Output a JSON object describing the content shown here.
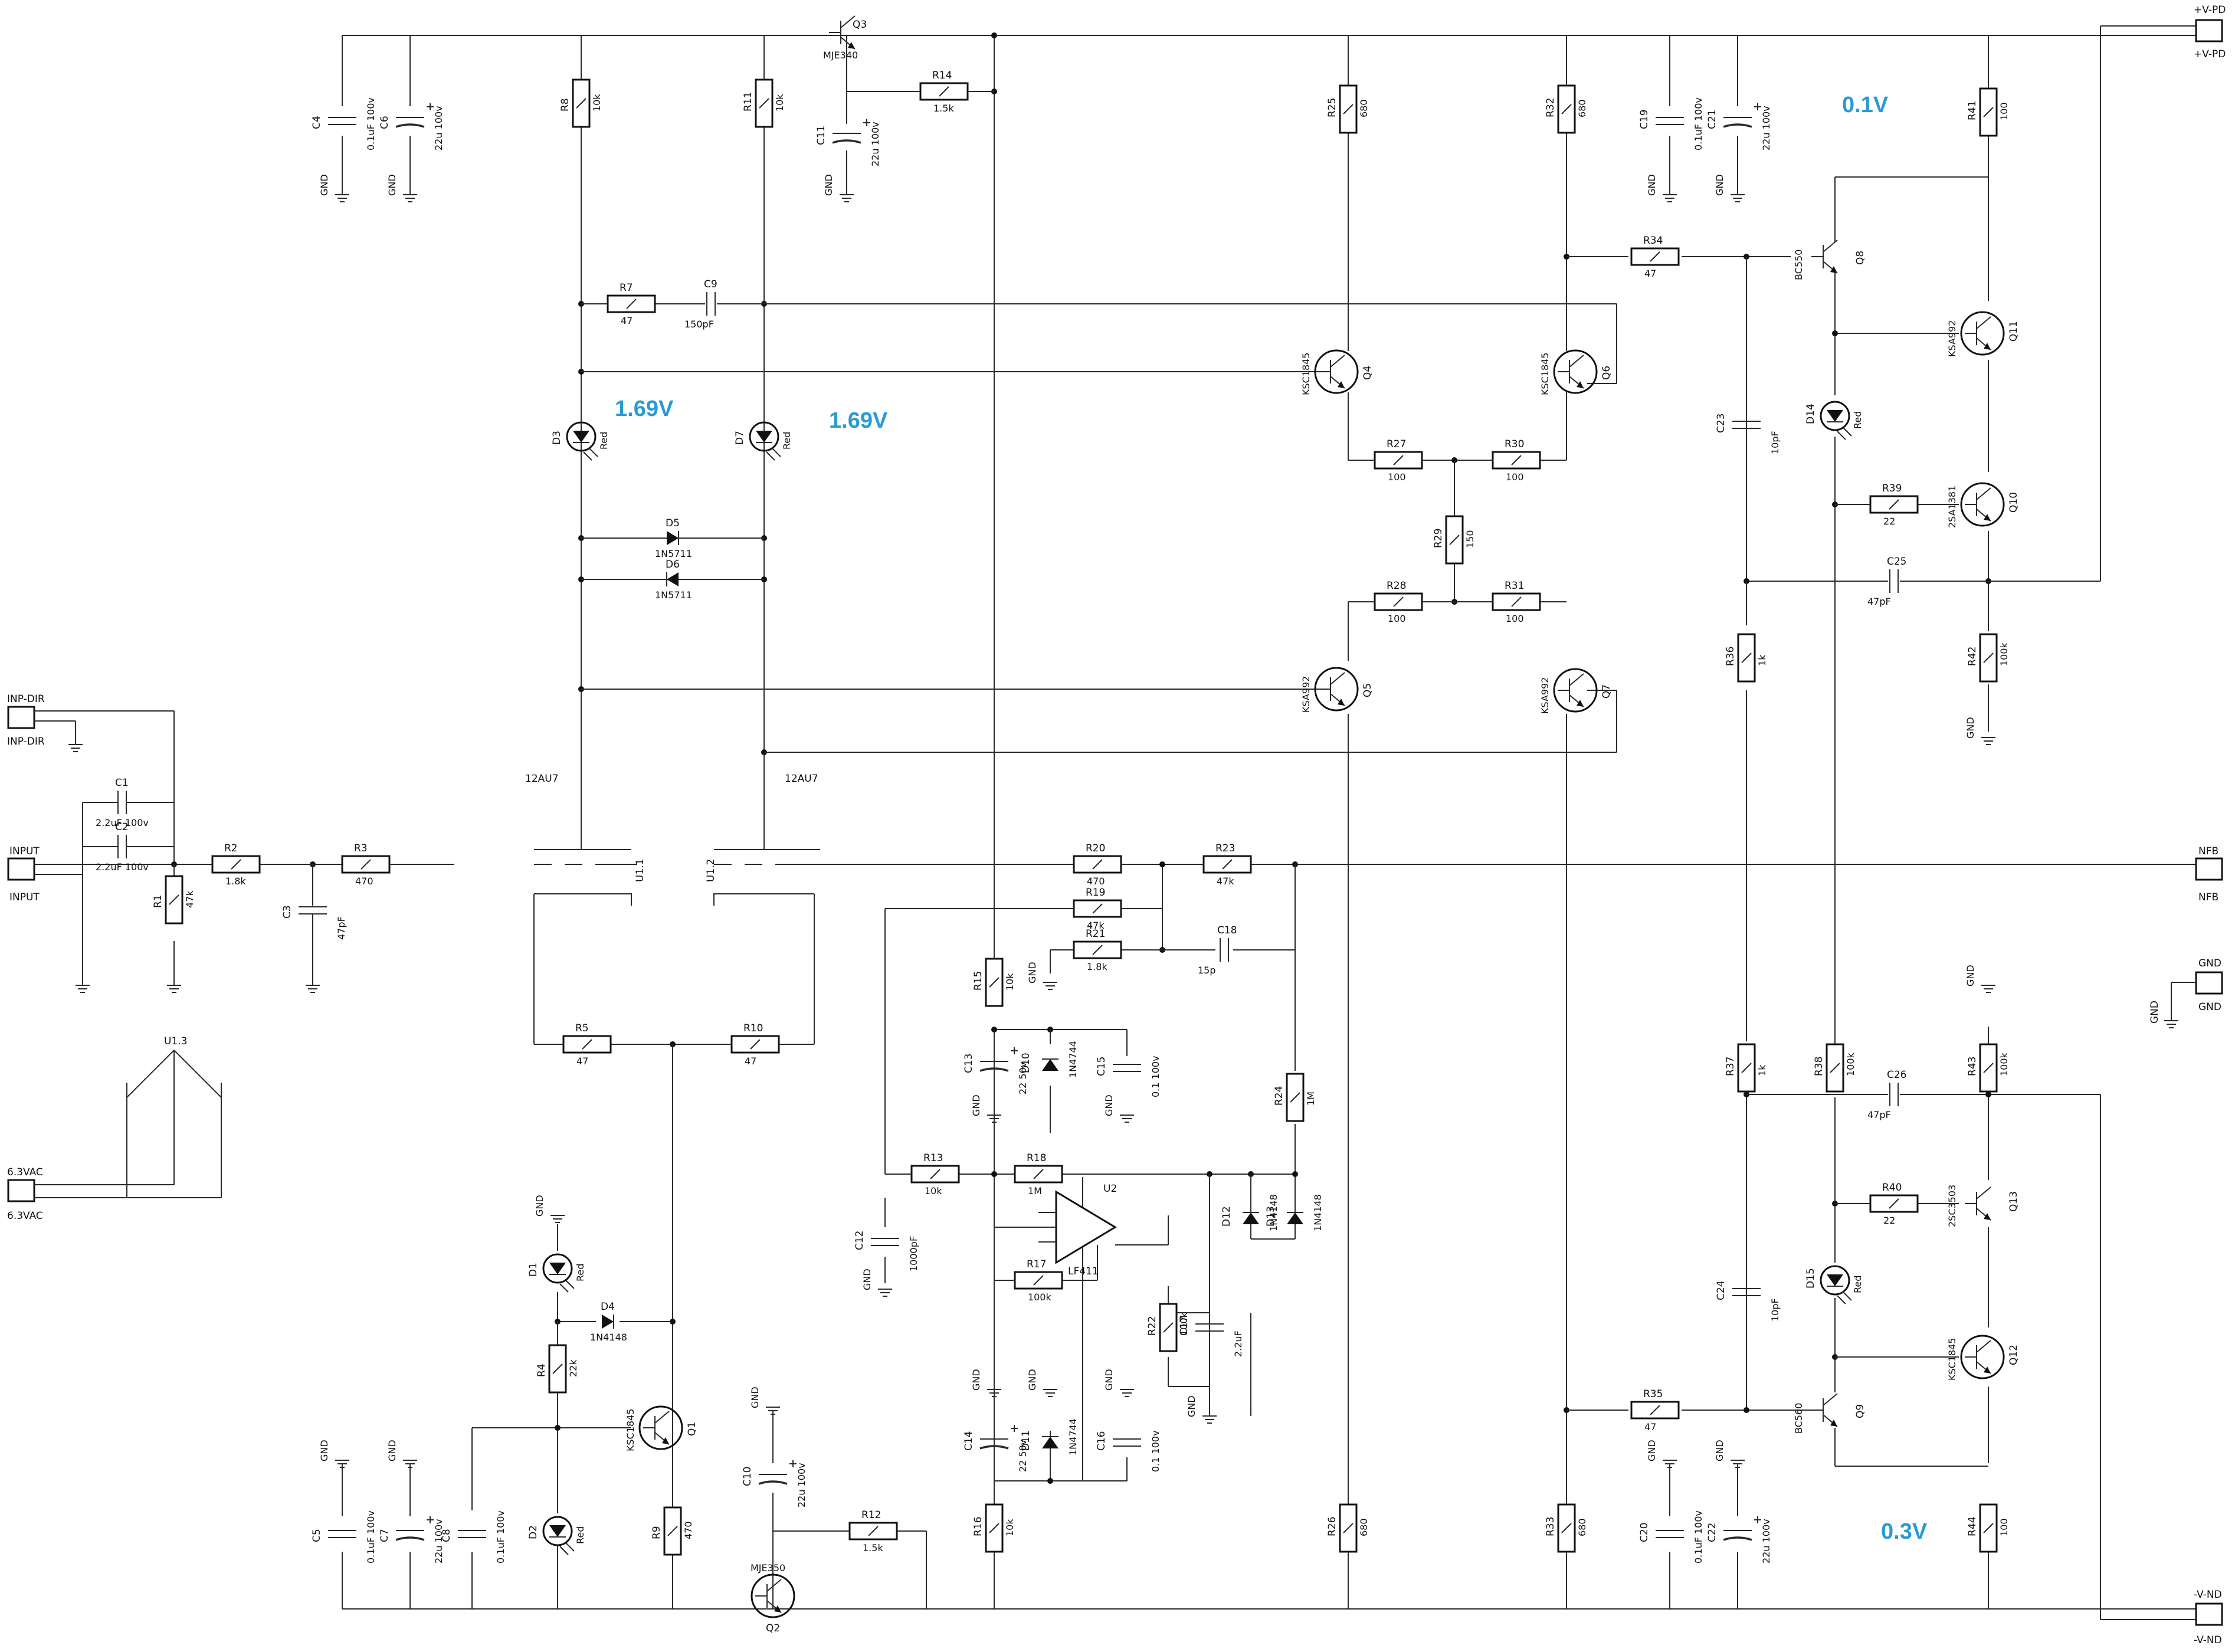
{
  "voltages": [
    {
      "text": "0.1V"
    },
    {
      "text": "1.69V"
    },
    {
      "text": "1.69V"
    },
    {
      "text": "0.3V"
    }
  ],
  "connectors": {
    "vpd_top": "+V-PD",
    "vpd_bot": "+V-PD",
    "vnd_top": "-V-ND",
    "vnd_bot": "-V-ND",
    "nfb_top": "NFB",
    "nfb_bot": "NFB",
    "gnd_top": "GND",
    "gnd_bot": "GND",
    "inpdir_top": "INP-DIR",
    "inpdir_bot": "INP-DIR",
    "input_top": "INPUT",
    "input_bot": "INPUT",
    "ac_top": "6.3VAC",
    "ac_bot": "6.3VAC"
  },
  "gnd_label": "GND",
  "resistors": [
    {
      "ref": "R1",
      "val": "47k"
    },
    {
      "ref": "R2",
      "val": "1.8k"
    },
    {
      "ref": "R3",
      "val": "470"
    },
    {
      "ref": "R4",
      "val": "22k"
    },
    {
      "ref": "R5",
      "val": "47"
    },
    {
      "ref": "R7",
      "val": "47"
    },
    {
      "ref": "R8",
      "val": "10k"
    },
    {
      "ref": "R9",
      "val": "470"
    },
    {
      "ref": "R10",
      "val": "47"
    },
    {
      "ref": "R11",
      "val": "10k"
    },
    {
      "ref": "R12",
      "val": "1.5k"
    },
    {
      "ref": "R13",
      "val": "10k"
    },
    {
      "ref": "R14",
      "val": "1.5k"
    },
    {
      "ref": "R15",
      "val": "10k"
    },
    {
      "ref": "R16",
      "val": "10k"
    },
    {
      "ref": "R17",
      "val": "100k"
    },
    {
      "ref": "R18",
      "val": "1M"
    },
    {
      "ref": "R19",
      "val": "47k"
    },
    {
      "ref": "R20",
      "val": "470"
    },
    {
      "ref": "R21",
      "val": "1.8k"
    },
    {
      "ref": "R22",
      "val": "100k"
    },
    {
      "ref": "R23",
      "val": "47k"
    },
    {
      "ref": "R24",
      "val": "1M"
    },
    {
      "ref": "R25",
      "val": "680"
    },
    {
      "ref": "R26",
      "val": "680"
    },
    {
      "ref": "R27",
      "val": "100"
    },
    {
      "ref": "R28",
      "val": "100"
    },
    {
      "ref": "R29",
      "val": "150"
    },
    {
      "ref": "R30",
      "val": "100"
    },
    {
      "ref": "R31",
      "val": "100"
    },
    {
      "ref": "R32",
      "val": "680"
    },
    {
      "ref": "R33",
      "val": "680"
    },
    {
      "ref": "R34",
      "val": "47"
    },
    {
      "ref": "R35",
      "val": "47"
    },
    {
      "ref": "R36",
      "val": "1k"
    },
    {
      "ref": "R37",
      "val": "1k"
    },
    {
      "ref": "R38",
      "val": "100k"
    },
    {
      "ref": "R39",
      "val": "22"
    },
    {
      "ref": "R40",
      "val": "22"
    },
    {
      "ref": "R41",
      "val": "100"
    },
    {
      "ref": "R42",
      "val": "100k"
    },
    {
      "ref": "R43",
      "val": "100k"
    },
    {
      "ref": "R44",
      "val": "100"
    }
  ],
  "capacitors": [
    {
      "ref": "C1",
      "val": "2.2uF 100v"
    },
    {
      "ref": "C2",
      "val": "2.2uF 100v"
    },
    {
      "ref": "C3",
      "val": "47pF"
    },
    {
      "ref": "C4",
      "val": "0.1uF 100v"
    },
    {
      "ref": "C5",
      "val": "0.1uF 100v"
    },
    {
      "ref": "C6",
      "val": "22u 100v"
    },
    {
      "ref": "C7",
      "val": "22u 100v"
    },
    {
      "ref": "C8",
      "val": "0.1uF 100v"
    },
    {
      "ref": "C9",
      "val": "150pF"
    },
    {
      "ref": "C10",
      "val": "22u 100v"
    },
    {
      "ref": "C11",
      "val": "22u 100v"
    },
    {
      "ref": "C12",
      "val": "1000pF"
    },
    {
      "ref": "C13",
      "val": "22 50v"
    },
    {
      "ref": "C14",
      "val": "22 50v"
    },
    {
      "ref": "C15",
      "val": "0.1 100v"
    },
    {
      "ref": "C16",
      "val": "0.1 100v"
    },
    {
      "ref": "C17",
      "val": "2.2uF"
    },
    {
      "ref": "C18",
      "val": "15p"
    },
    {
      "ref": "C19",
      "val": "0.1uF 100v"
    },
    {
      "ref": "C20",
      "val": "0.1uF 100v"
    },
    {
      "ref": "C21",
      "val": "22u 100v"
    },
    {
      "ref": "C22",
      "val": "22u 100v"
    },
    {
      "ref": "C23",
      "val": "10pF"
    },
    {
      "ref": "C24",
      "val": "10pF"
    },
    {
      "ref": "C25",
      "val": "47pF"
    },
    {
      "ref": "C26",
      "val": "47pF"
    }
  ],
  "diodes": [
    {
      "ref": "D1",
      "val": "Red"
    },
    {
      "ref": "D2",
      "val": "Red"
    },
    {
      "ref": "D3",
      "val": "Red"
    },
    {
      "ref": "D4",
      "val": "1N4148"
    },
    {
      "ref": "D5",
      "val": "1N5711"
    },
    {
      "ref": "D6",
      "val": "1N5711"
    },
    {
      "ref": "D7",
      "val": "Red"
    },
    {
      "ref": "D10",
      "val": "1N4744"
    },
    {
      "ref": "D11",
      "val": "1N4744"
    },
    {
      "ref": "D12",
      "val": "1N4148"
    },
    {
      "ref": "D13",
      "val": "1N4148"
    },
    {
      "ref": "D14",
      "val": "Red"
    },
    {
      "ref": "D15",
      "val": "Red"
    }
  ],
  "transistors": [
    {
      "ref": "Q1",
      "val": "KSC1845"
    },
    {
      "ref": "Q2",
      "val": "MJE350"
    },
    {
      "ref": "Q3",
      "val": "MJE340"
    },
    {
      "ref": "Q4",
      "val": "KSC1845"
    },
    {
      "ref": "Q5",
      "val": "KSA992"
    },
    {
      "ref": "Q6",
      "val": "KSC1845"
    },
    {
      "ref": "Q7",
      "val": "KSA992"
    },
    {
      "ref": "Q8",
      "val": "BC550"
    },
    {
      "ref": "Q9",
      "val": "BC560"
    },
    {
      "ref": "Q10",
      "val": "2SA1381"
    },
    {
      "ref": "Q11",
      "val": "KSA992"
    },
    {
      "ref": "Q12",
      "val": "KSC1845"
    },
    {
      "ref": "Q13",
      "val": "2SC3503"
    }
  ],
  "tube": {
    "u11": "U1.1",
    "u12": "U1.2",
    "u13": "U1.3",
    "type_a": "12AU7",
    "type_b": "12AU7"
  },
  "opamp": {
    "ref": "U2",
    "val": "LF411"
  }
}
